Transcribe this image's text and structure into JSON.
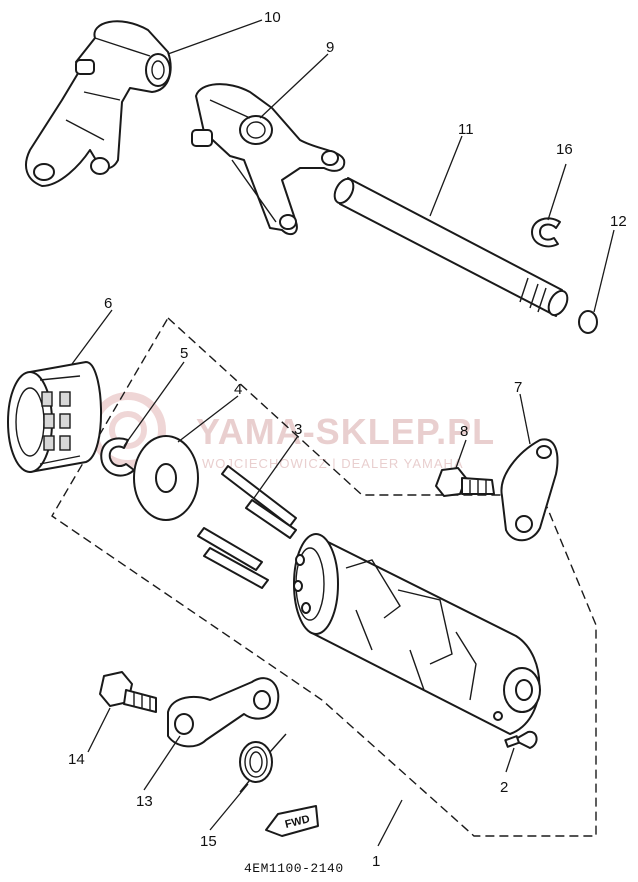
{
  "diagram": {
    "part_code": "4EM1100-2140",
    "fwd_label": "FWD",
    "watermark": {
      "main": "YAMA-SKLEP.PL",
      "sub": "WOJCIECHOWICZ | DEALER YAMAHA"
    },
    "callouts": [
      {
        "id": "c1",
        "label": "1"
      },
      {
        "id": "c2",
        "label": "2"
      },
      {
        "id": "c3",
        "label": "3"
      },
      {
        "id": "c4",
        "label": "4"
      },
      {
        "id": "c5",
        "label": "5"
      },
      {
        "id": "c6",
        "label": "6"
      },
      {
        "id": "c7",
        "label": "7"
      },
      {
        "id": "c8",
        "label": "8"
      },
      {
        "id": "c9",
        "label": "9"
      },
      {
        "id": "c10",
        "label": "10"
      },
      {
        "id": "c11",
        "label": "11"
      },
      {
        "id": "c12",
        "label": "12"
      },
      {
        "id": "c13",
        "label": "13"
      },
      {
        "id": "c14",
        "label": "14"
      },
      {
        "id": "c15",
        "label": "15"
      },
      {
        "id": "c16",
        "label": "16"
      }
    ]
  }
}
